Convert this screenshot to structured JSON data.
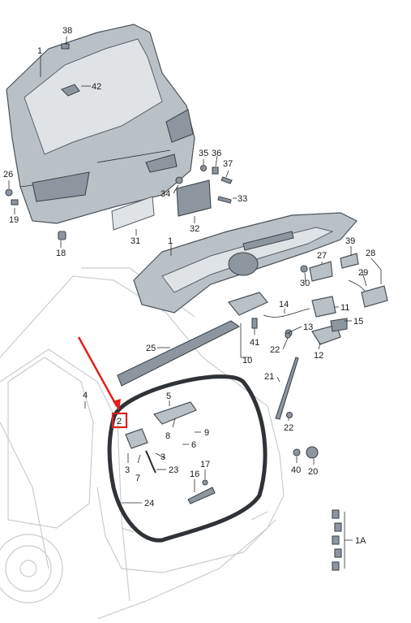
{
  "diagram": {
    "colors": {
      "part_fill": "#b9c0c6",
      "part_outline": "#4b535a",
      "highlight": "#e0201b",
      "text": "#1a1a1a"
    },
    "labels": {
      "p1a": "1",
      "p1b": "1",
      "p2": "2",
      "p3a": "3",
      "p3b": "3",
      "p4": "4",
      "p5": "5",
      "p6": "6",
      "p7": "7",
      "p8": "8",
      "p9": "9",
      "p10": "10",
      "p11": "11",
      "p12": "12",
      "p13": "13",
      "p14": "14",
      "p15": "15",
      "p16": "16",
      "p17": "17",
      "p18": "18",
      "p19": "19",
      "p20": "20",
      "p21": "21",
      "p22a": "22",
      "p22b": "22",
      "p23": "23",
      "p24": "24",
      "p25": "25",
      "p26": "26",
      "p27": "27",
      "p28": "28",
      "p29": "29",
      "p30": "30",
      "p31": "31",
      "p32": "32",
      "p33": "33",
      "p34": "34",
      "p35": "35",
      "p36": "36",
      "p37": "37",
      "p38": "38",
      "p39": "39",
      "p40": "40",
      "p41": "41",
      "p42": "42",
      "p1A": "1A"
    },
    "highlighted_part": "2"
  }
}
